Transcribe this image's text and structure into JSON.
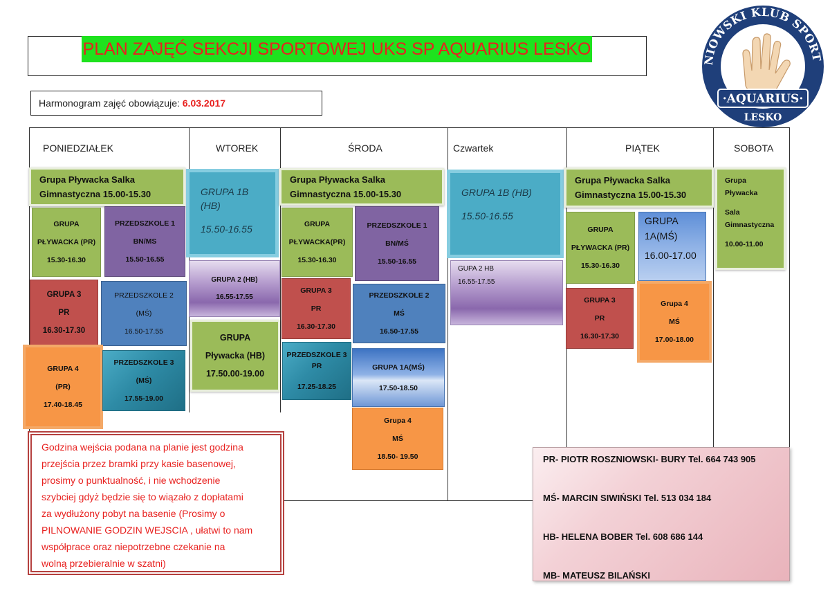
{
  "title": "PLAN  ZAJĘĆ SEKCJI SPORTOWEJ UKS SP AQUARIUS LESKO",
  "harmonogram": {
    "label": "Harmonogram zajęć obowiązuje: ",
    "date": "6.03.2017"
  },
  "logo": {
    "ring_text": "UCZNIOWSKI KLUB SPORTOWY",
    "name": "·AQUARIUS·",
    "city": "LESKO"
  },
  "days": [
    "PONIEDZIAŁEK",
    "WTOREK",
    "ŚRODA",
    "Czwartek",
    "PIĄTEK",
    "SOBOTA"
  ],
  "monday": {
    "header": [
      "Grupa Pływacka Salka",
      "Gimnastyczna  15.00-15.30"
    ],
    "b1": [
      "GRUPA",
      "PŁYWACKA (PR)",
      "15.30-16.30"
    ],
    "b2": [
      "PRZEDSZKOLE 1",
      "BN/MS",
      "15.50-16.55"
    ],
    "b3": [
      "GRUPA 3",
      "PR",
      "16.30-17.30"
    ],
    "b4": [
      "PRZEDSZKOLE 2",
      "(MŚ)",
      "16.50-17.55"
    ],
    "b5": [
      "GRUPA 4",
      "(PR)",
      "17.40-18.45"
    ],
    "b6": [
      "PRZEDSZKOLE 3",
      "(MŚ)",
      "17.55-19.00"
    ]
  },
  "tuesday": {
    "b1": [
      "GRUPA 1B",
      "(HB)",
      "15.50-16.55"
    ],
    "b2": [
      "GRUPA 2 (HB)",
      "16.55-17.55"
    ],
    "b3": [
      "GRUPA",
      "Pływacka (HB)",
      "17.50.00-19.00"
    ]
  },
  "wednesday": {
    "header": [
      "Grupa  Pływacka Salka",
      "Gimnastyczna 15.00-15.30"
    ],
    "b1": [
      "GRUPA",
      "PŁYWACKA(PR)",
      "15.30-16.30"
    ],
    "b2": [
      "PRZEDSZKOLE 1",
      "BN/MŚ",
      "15.50-16.55"
    ],
    "b3": [
      "GRUPA 3",
      "PR",
      "16.30-17.30"
    ],
    "b4": [
      "PRZEDSZKOLE 2",
      "MŚ",
      "16.50-17.55"
    ],
    "b5": [
      "PRZEDSZKOLE 3",
      "PR",
      "17.25-18.25"
    ],
    "b6": [
      "GRUPA 1A(MŚ)",
      "17.50-18.50"
    ],
    "b7": [
      "Grupa 4",
      "MŚ",
      "18.50- 19.50"
    ]
  },
  "thursday": {
    "b1": [
      "GRUPA 1B (HB)",
      "15.50-16.55"
    ],
    "b2": [
      "GUPA 2 HB",
      "16.55-17.55"
    ]
  },
  "friday": {
    "header": [
      "Grupa Pływacka Salka",
      "Gimnastyczna 15.00-15.30"
    ],
    "b1": [
      "GRUPA",
      "PŁYWACKA (PR)",
      "15.30-16.30"
    ],
    "b2": [
      "GRUPA",
      "1A(MŚ)",
      "16.00-17.00"
    ],
    "b3": [
      "GRUPA 3",
      "PR",
      "16.30-17.30"
    ],
    "b4": [
      "Grupa 4",
      "MŚ",
      "17.00-18.00"
    ]
  },
  "saturday": {
    "b1": [
      "Grupa",
      "Pływacka",
      "Sala",
      "Gimnastyczna",
      "10.00-11.00"
    ]
  },
  "note": [
    "Godzina wejścia podana na planie jest godzina",
    "przejścia przez bramki przy kasie basenowej,",
    "prosimy o punktualność, i nie wchodzenie",
    "szybciej  gdyż będzie się to wiązało z dopłatami",
    "za wydłużony pobyt na basenie (Prosimy o",
    "PILNOWANIE GODZIN WEJSCIA , ułatwi to nam",
    "współprace oraz niepotrzebne czekanie na",
    "wolną przebieralnie w szatni)"
  ],
  "contacts": [
    "PR- PIOTR ROSZNIOWSKI- BURY Tel. 664 743 905",
    "MŚ- MARCIN SIWIŃSKI Tel. 513 034 184",
    "HB- HELENA BOBER Tel. 608 686 144",
    "MB- MATEUSZ BILAŃSKI"
  ],
  "colors": {
    "title_bg": "#1ee21e",
    "title_text": "#e8211f",
    "green": "#9bbb59",
    "purple": "#8064a2",
    "red": "#c0504d",
    "blue": "#4f81bd",
    "orange": "#f79646",
    "cyan": "#4bacc6",
    "logo_navy": "#1f3f7a"
  }
}
